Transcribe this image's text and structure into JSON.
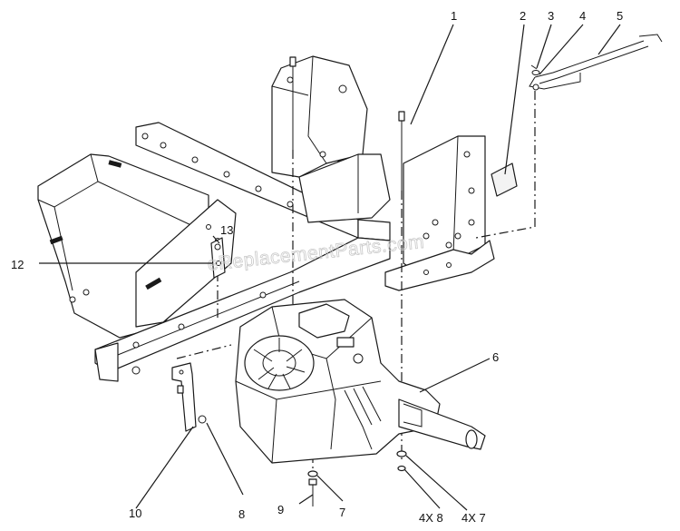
{
  "watermark": "eReplacementParts.com",
  "callouts": [
    {
      "id": "c1",
      "label": "1"
    },
    {
      "id": "c2",
      "label": "2"
    },
    {
      "id": "c3",
      "label": "3"
    },
    {
      "id": "c4",
      "label": "4"
    },
    {
      "id": "c5",
      "label": "5"
    },
    {
      "id": "c6",
      "label": "6"
    },
    {
      "id": "c7",
      "label": "7"
    },
    {
      "id": "c8",
      "label": "8"
    },
    {
      "id": "c9",
      "label": "9"
    },
    {
      "id": "c10",
      "label": "10"
    },
    {
      "id": "c12",
      "label": "12"
    },
    {
      "id": "c13",
      "label": "13"
    },
    {
      "id": "c4x8",
      "label": "4X 8"
    },
    {
      "id": "c4x7",
      "label": "4X 7"
    }
  ]
}
